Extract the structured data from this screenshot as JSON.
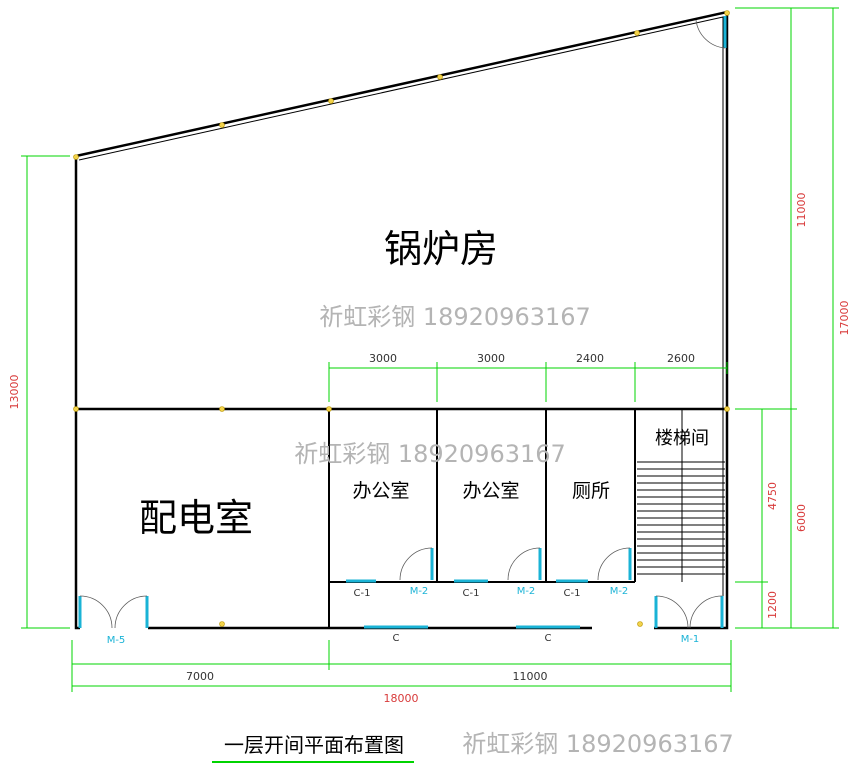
{
  "rooms": {
    "boiler_room": "锅炉房",
    "power_room": "配电室",
    "office_1": "办公室",
    "office_2": "办公室",
    "toilet": "厕所",
    "stairwell": "楼梯间"
  },
  "dimensions": {
    "top_segments": [
      "3000",
      "3000",
      "2400",
      "2600"
    ],
    "bottom_left": "7000",
    "bottom_right": "11000",
    "bottom_total": "18000",
    "left_height": "13000",
    "right_upper": "11000",
    "right_total": "17000",
    "right_inner_total": "6000",
    "right_inner_upper": "4750",
    "right_inner_lower": "1200"
  },
  "door_window_tags": {
    "power_room_door": "M-5",
    "entrance_door": "M-1",
    "office_1_window": "C-1",
    "office_1_door": "M-2",
    "office_2_window": "C-1",
    "office_2_door": "M-2",
    "toilet_window": "C-1",
    "toilet_door": "M-2",
    "window_left": "C",
    "window_right": "C"
  },
  "title": "一层开间平面布置图",
  "watermarks": {
    "upper": "祈虹彩钢 18920963167",
    "middle": "祈虹彩钢 18920963167",
    "bottom": "祈虹彩钢 18920963167"
  },
  "colors": {
    "wall": "#000000",
    "dimension_line": "#00d400",
    "dimension_text": "#d83a3a",
    "window": "#1ab3d6",
    "watermark": "#b4b4b4",
    "column_dot": "#e8c000"
  }
}
